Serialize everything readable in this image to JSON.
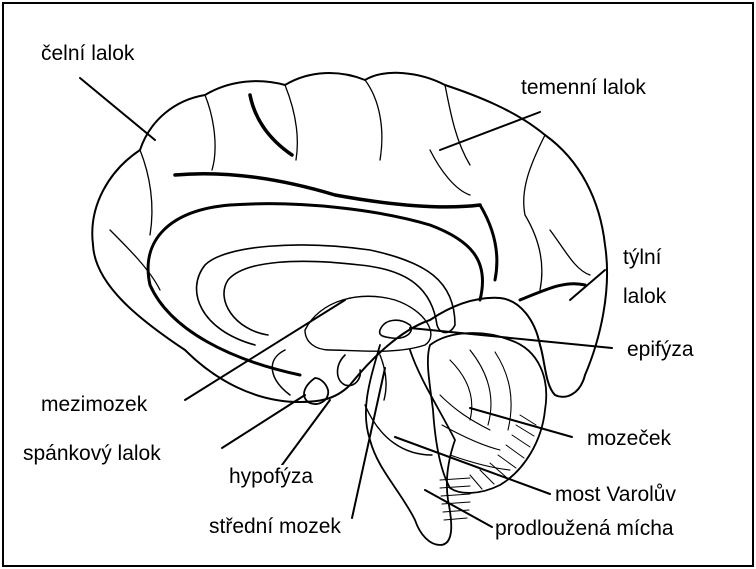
{
  "labels": {
    "frontal": "čelní lalok",
    "parietal": "temenní lalok",
    "occipital_line1": "týlní",
    "occipital_line2": "lalok",
    "pineal": "epifýza",
    "diencephalon": "mezimozek",
    "cerebellum": "mozeček",
    "temporal": "spánkový lalok",
    "pituitary": "hypofýza",
    "pons": "most Varolův",
    "midbrain": "střední mozek",
    "medulla": "prodloužená mícha"
  },
  "colors": {
    "ink": "#000000",
    "paper": "#ffffff"
  }
}
